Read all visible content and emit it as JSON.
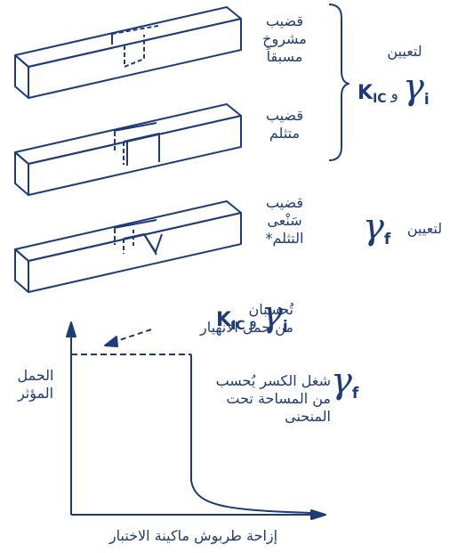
{
  "labels": {
    "bar_prenotched": "قضيب\nمشروخ\nمسبقاً",
    "bar_notched": "قضيب\nمتثلم",
    "bar_chevron": "قضيب\nسَنْعى\nالتثلم*",
    "to_determine_top": "لتعيين",
    "to_determine_bottom": "لتعيين",
    "and": "و",
    "calculated_from_load": "تُحسبان\nمن حمل الانهيار",
    "fracture_work": "شغل الكسر يُحسب\nمن المساحة تحت\nالمنحنى",
    "y_axis": "الحمل\nالمؤثر",
    "x_axis": "إزاحة طربوش ماكينة الاختبار"
  },
  "symbols": {
    "gamma": "γ",
    "sub_i": "i",
    "sub_f": "f",
    "K": "K",
    "sub_IC": "IC"
  },
  "colors": {
    "primary": "#1f3b73",
    "background": "#ffffff"
  }
}
